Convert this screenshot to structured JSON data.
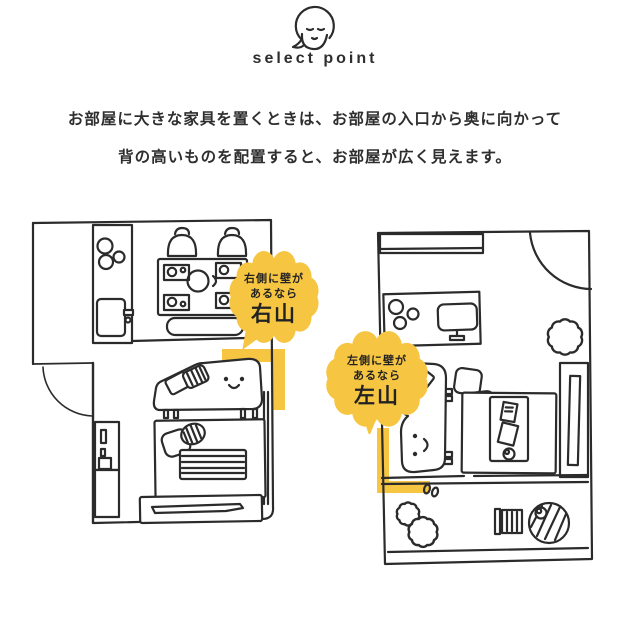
{
  "header": {
    "title": "select point"
  },
  "description": {
    "line1": "お部屋に大きな家具を置くときは、お部屋の入口から奥に向かって",
    "line2": "背の高いものを配置すると、お部屋が広く見えます。"
  },
  "callouts": [
    {
      "line1": "右側に壁が",
      "line2": "あるなら",
      "emphasis": "右山"
    },
    {
      "line1": "左側に壁が",
      "line2": "あるなら",
      "emphasis": "左山"
    }
  ],
  "colors": {
    "accent_yellow": "#F6C542",
    "ink": "#2e2e2e",
    "line": "#2b2b2b"
  }
}
